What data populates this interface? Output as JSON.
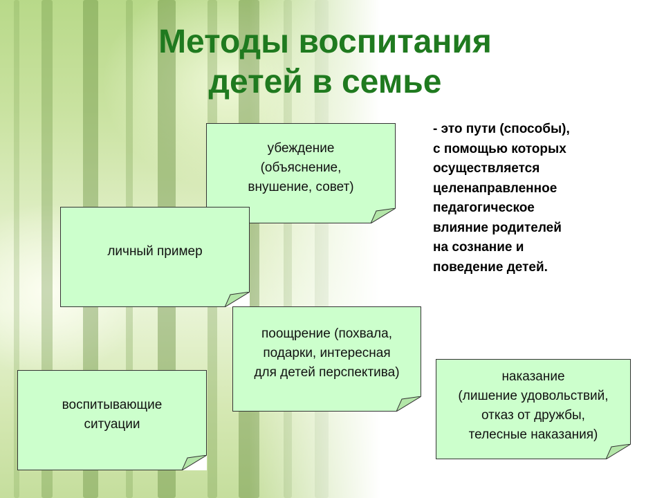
{
  "slide": {
    "title_lines": [
      "Методы воспитания",
      "детей в семье"
    ],
    "definition_lines": [
      "- это пути (способы),",
      "с помощью которых",
      "осуществляется",
      "целенаправленное",
      "педагогическое",
      "влияние родителей",
      "на сознание и",
      "поведение детей."
    ],
    "methods": [
      {
        "lines": [
          "убеждение",
          "(объяснение,",
          "внушение, совет)"
        ]
      },
      {
        "lines": [
          "личный пример"
        ]
      },
      {
        "lines": [
          "поощрение (похвала,",
          "подарки, интересная",
          "для детей перспектива)"
        ]
      },
      {
        "lines": [
          "воспитывающие",
          "ситуации"
        ]
      },
      {
        "lines": [
          "наказание",
          "(лишение удовольствий,",
          "отказ от дружбы,",
          "телесные наказания)"
        ]
      }
    ]
  },
  "colors": {
    "title": "#1f7a1f",
    "note_fill": "#ccffcc",
    "note_border": "#333333",
    "fold_fill": "#b3e6a8"
  }
}
